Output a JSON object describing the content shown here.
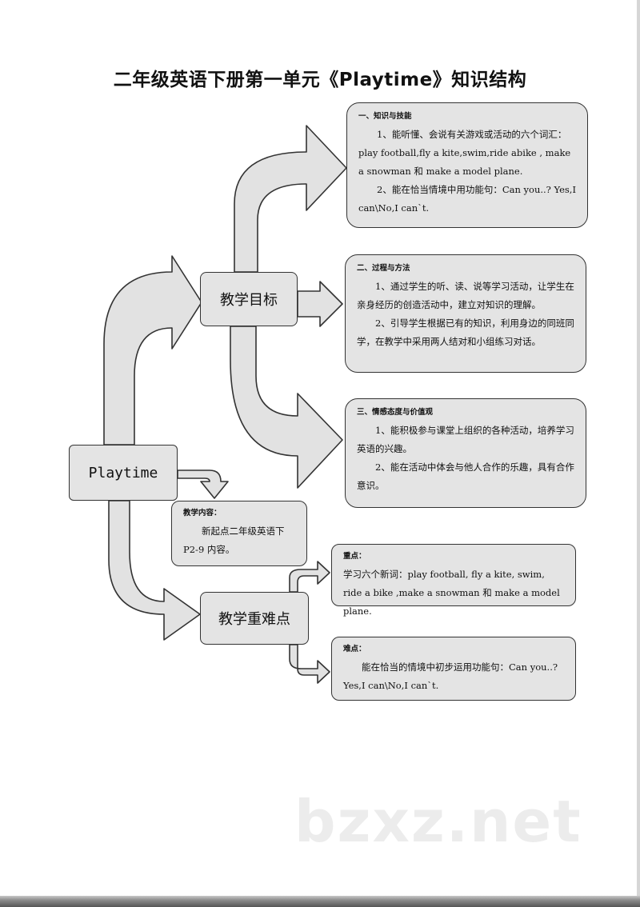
{
  "title": "二年级英语下册第一单元《Playtime》知识结构",
  "nodes": {
    "root": "Playtime",
    "goals": "教学目标",
    "key_points": "教学重难点"
  },
  "knowledge": {
    "heading": "一、知识与技能",
    "p1": "1、能听懂、会说有关游戏或活动的六个词汇：play football,fly a kite,swim,ride abike , make a snowman 和 make a model plane.",
    "p2": "2、能在恰当情境中用功能句：Can you..?  Yes,I can\\No,I can`t."
  },
  "process": {
    "heading": "二、过程与方法",
    "p1": "1、通过学生的听、读、说等学习活动，让学生在亲身经历的创造活动中，建立对知识的理解。",
    "p2": "2、引导学生根据已有的知识，利用身边的同班同学，在教学中采用两人结对和小组练习对话。"
  },
  "attitude": {
    "heading": "三、情感态度与价值观",
    "p1": "1、能积极参与课堂上组织的各种活动，培养学习英语的兴趣。",
    "p2": "2、能在活动中体会与他人合作的乐趣，具有合作意识。"
  },
  "content": {
    "heading": "教学内容：",
    "text": "新起点二年级英语下 P2-9 内容。"
  },
  "focus": {
    "heading": "重点：",
    "text": "学习六个新词：play football, fly a kite, swim, ride a bike ,make a snowman 和 make a model plane."
  },
  "difficulty": {
    "heading": "难点：",
    "text": "能在恰当的情境中初步运用功能句：Can you..?  Yes,I can\\No,I can`t."
  },
  "watermark": "bzxz.net",
  "colors": {
    "box_fill": "#e4e4e4",
    "arrow_fill": "#e2e2e2",
    "stroke": "#333333"
  }
}
